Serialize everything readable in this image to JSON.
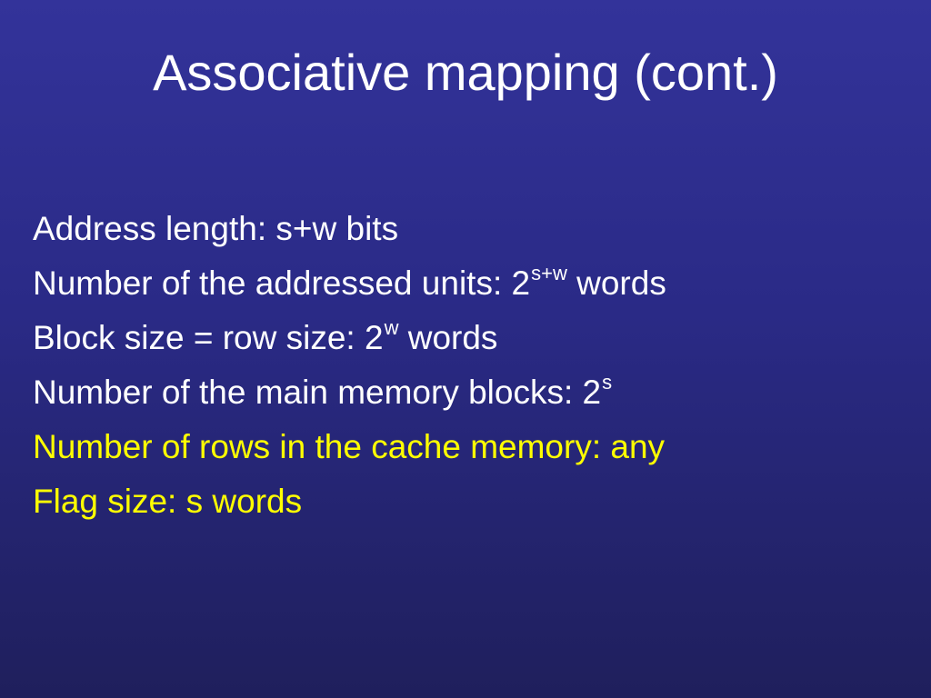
{
  "slide": {
    "title": "Associative mapping (cont.)",
    "lines": [
      {
        "pre": "Address length: s+w bits",
        "sup": "",
        "post": "",
        "color": "#ffffff"
      },
      {
        "pre": "Number of the addressed units: 2",
        "sup": "s+w",
        "post": " words",
        "color": "#ffffff"
      },
      {
        "pre": "Block size = row size: 2",
        "sup": "w",
        "post": " words",
        "color": "#ffffff"
      },
      {
        "pre": "Number of the main memory blocks: 2",
        "sup": "s",
        "post": "",
        "color": "#ffffff"
      },
      {
        "pre": "Number of rows in the cache memory: any",
        "sup": "",
        "post": "",
        "color": "#ffff00"
      },
      {
        "pre": "Flag size: s words",
        "sup": "",
        "post": "",
        "color": "#ffff00"
      }
    ]
  },
  "colors": {
    "background_top": "#33339a",
    "background_bottom": "#1f1f5c",
    "text": "#ffffff",
    "highlight": "#ffff00"
  }
}
